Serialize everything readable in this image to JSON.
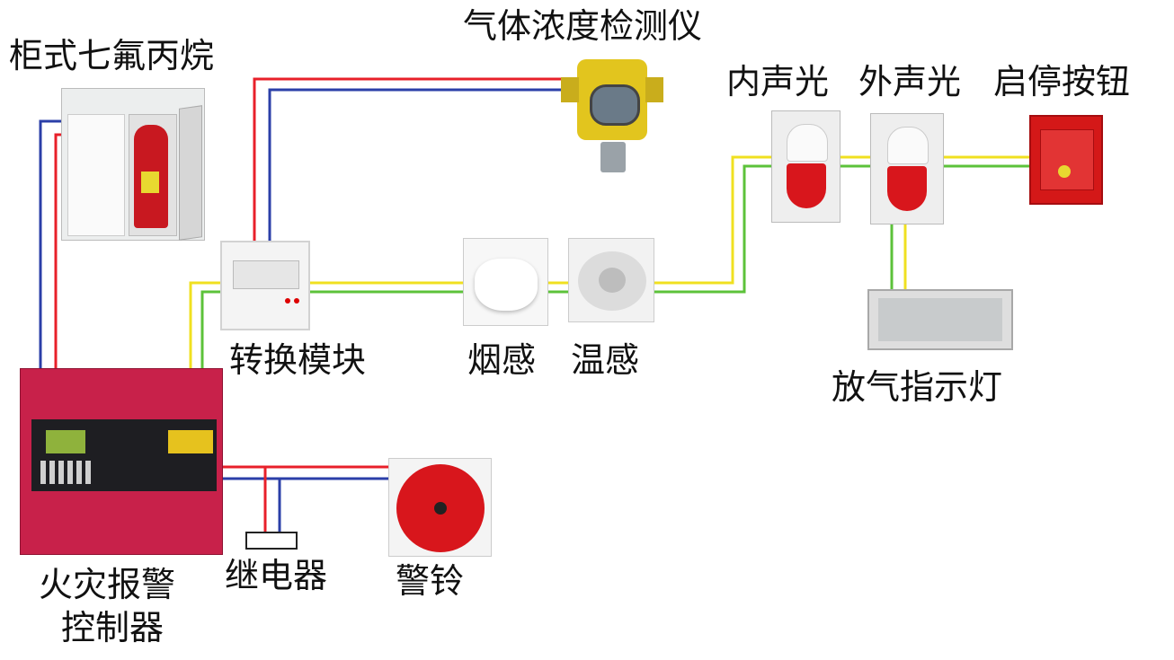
{
  "labels": {
    "extinguisher": "柜式七氟丙烷",
    "gas_detector": "气体浓度检测仪",
    "inner_alarm": "内声光",
    "outer_alarm": "外声光",
    "start_stop": "启停按钮",
    "module": "转换模块",
    "smoke": "烟感",
    "heat": "温感",
    "release_light": "放气指示灯",
    "controller_line1": "火灾报警",
    "controller_line2": "控制器",
    "relay": "继电器",
    "bell": "警铃"
  },
  "colors": {
    "red_wire": "#e8202a",
    "blue_wire": "#2b3fa8",
    "yellow_wire": "#f0e020",
    "green_wire": "#5cc23a",
    "controller": "#c8214a",
    "alarm_red": "#d8161c"
  }
}
